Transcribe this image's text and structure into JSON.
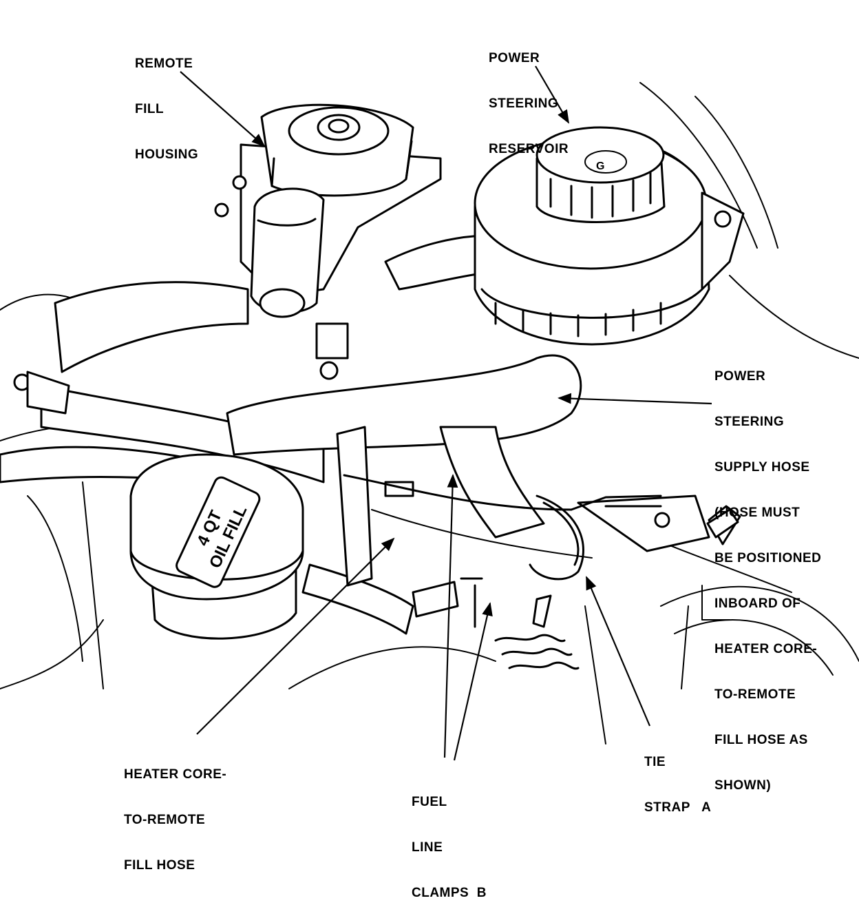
{
  "labels": {
    "remote_fill_housing": [
      "REMOTE",
      "FILL",
      "HOUSING"
    ],
    "power_steering_reservoir": [
      "POWER",
      "STEERING",
      "RESERVOIR"
    ],
    "power_steering_supply_hose": [
      "POWER",
      "STEERING",
      "SUPPLY HOSE",
      "(HOSE MUST",
      "BE POSITIONED",
      "INBOARD OF",
      "HEATER CORE-",
      "TO-REMOTE",
      "FILL HOSE AS",
      "SHOWN)"
    ],
    "heater_core_hose": [
      "HEATER CORE-",
      "TO-REMOTE",
      "FILL HOSE"
    ],
    "fuel_line_clamps": [
      "FUEL",
      "LINE",
      "CLAMPS  B"
    ],
    "tie_strap": [
      "TIE",
      "STRAP   A"
    ]
  },
  "cap_text": [
    "4 QT",
    "OIL FILL"
  ],
  "reservoir_cap_mark": "G"
}
